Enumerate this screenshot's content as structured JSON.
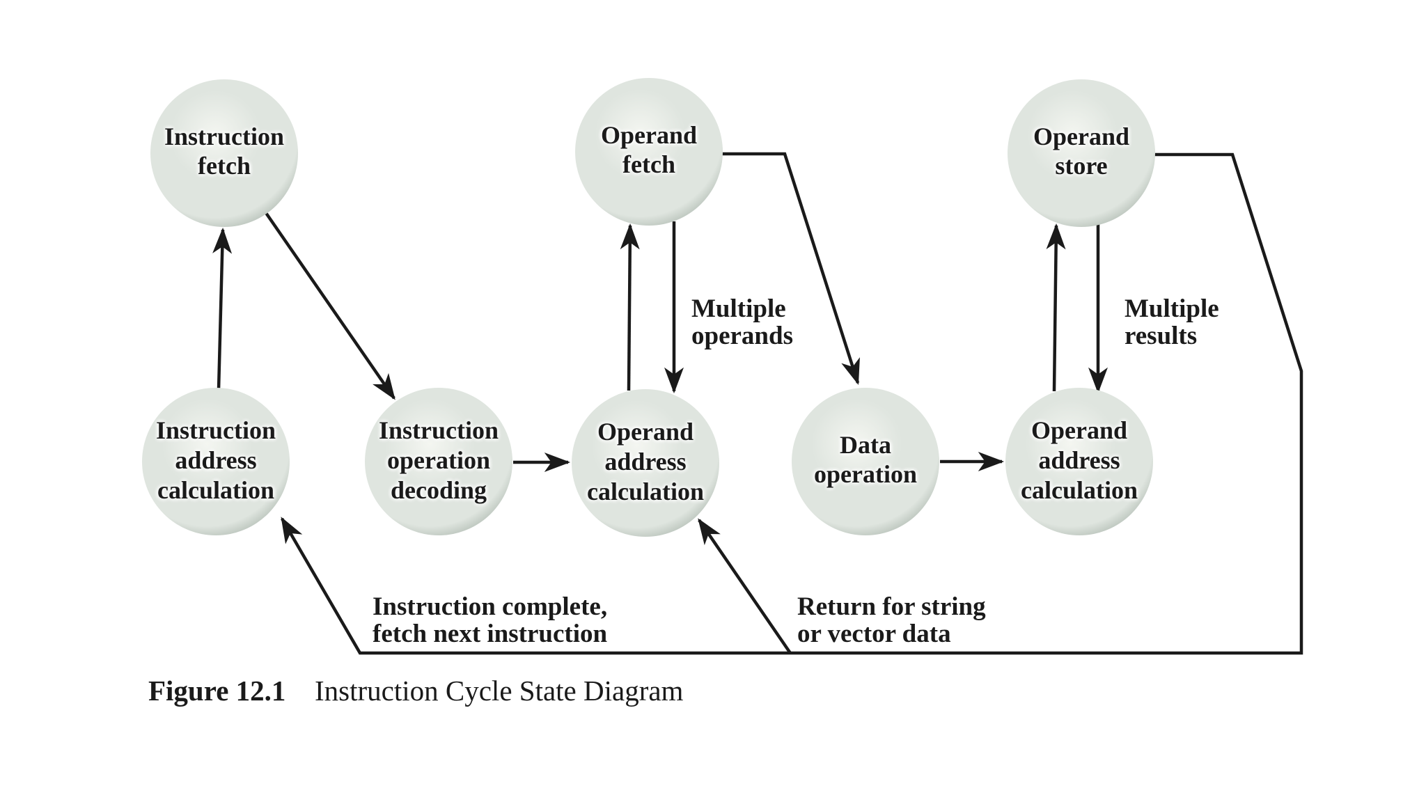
{
  "colors": {
    "background": "#ffffff",
    "line": "#1a1a1a",
    "text": "#1a1a1a",
    "node_center": "#f4f6f1",
    "node_mid": "#dfe5df",
    "node_rim": "#aeb9b0"
  },
  "nodes": [
    {
      "id": "instruction-fetch",
      "lines": [
        "Instruction",
        "fetch"
      ]
    },
    {
      "id": "operand-fetch",
      "lines": [
        "Operand",
        "fetch"
      ]
    },
    {
      "id": "operand-store",
      "lines": [
        "Operand",
        "store"
      ]
    },
    {
      "id": "instruction-address-calculation",
      "lines": [
        "Instruction",
        "address",
        "calculation"
      ]
    },
    {
      "id": "instruction-operation-decoding",
      "lines": [
        "Instruction",
        "operation",
        "decoding"
      ]
    },
    {
      "id": "operand-address-calculation",
      "lines": [
        "Operand",
        "address",
        "calculation"
      ]
    },
    {
      "id": "data-operation",
      "lines": [
        "Data",
        "operation"
      ]
    },
    {
      "id": "operand-address-calculation-2",
      "lines": [
        "Operand",
        "address",
        "calculation"
      ]
    }
  ],
  "edge_labels": [
    {
      "id": "multiple-operands",
      "lines": [
        "Multiple",
        "operands"
      ]
    },
    {
      "id": "multiple-results",
      "lines": [
        "Multiple",
        "results"
      ]
    },
    {
      "id": "instruction-complete",
      "lines": [
        "Instruction complete,",
        "fetch next instruction"
      ]
    },
    {
      "id": "return-for-string",
      "lines": [
        "Return for string",
        "or vector data"
      ]
    }
  ],
  "caption": {
    "label": "Figure 12.1",
    "title": "Instruction Cycle State Diagram"
  }
}
